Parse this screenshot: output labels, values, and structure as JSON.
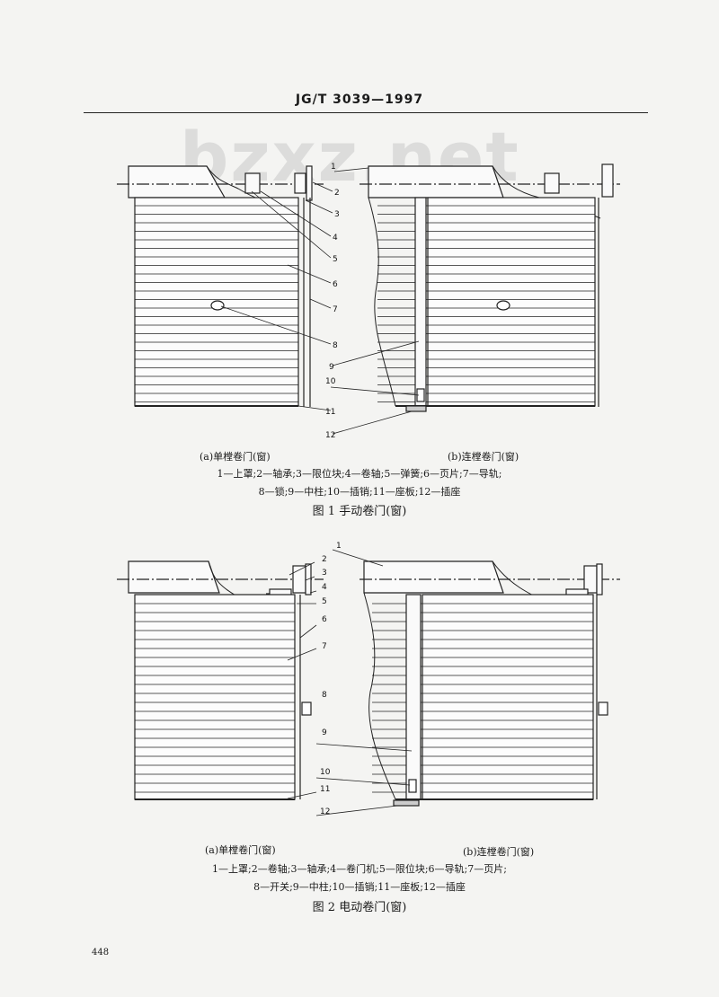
{
  "header": {
    "standard": "JG/T 3039—1997"
  },
  "watermark": "bzxz.net",
  "figure1": {
    "caption_a": "(a)单樘卷门(窗)",
    "caption_b": "(b)连樘卷门(窗)",
    "legend_line1": "1—上罩;2—轴承;3—限位块;4—卷轴;5—弹簧;6—页片;7—导轨;",
    "legend_line2": "8—锁;9—中柱;10—插销;11—座板;12—插座",
    "title": "图 1   手动卷门(窗)",
    "callouts": [
      "1",
      "2",
      "3",
      "4",
      "5",
      "6",
      "7",
      "8",
      "9",
      "10",
      "11",
      "12"
    ]
  },
  "figure2": {
    "caption_a": "(a)单樘卷门(窗)",
    "caption_b": "(b)连樘卷门(窗)",
    "legend_line1": "1—上罩;2—卷轴;3—轴承;4—卷门机;5—限位块;6—导轨;7—页片;",
    "legend_line2": "8—开关;9—中柱;10—插销;11—座板;12—插座",
    "title": "图 2   电动卷门(窗)",
    "callouts": [
      "1",
      "2",
      "3",
      "4",
      "5",
      "6",
      "7",
      "8",
      "9",
      "10",
      "11",
      "12"
    ]
  },
  "page_number": "448"
}
